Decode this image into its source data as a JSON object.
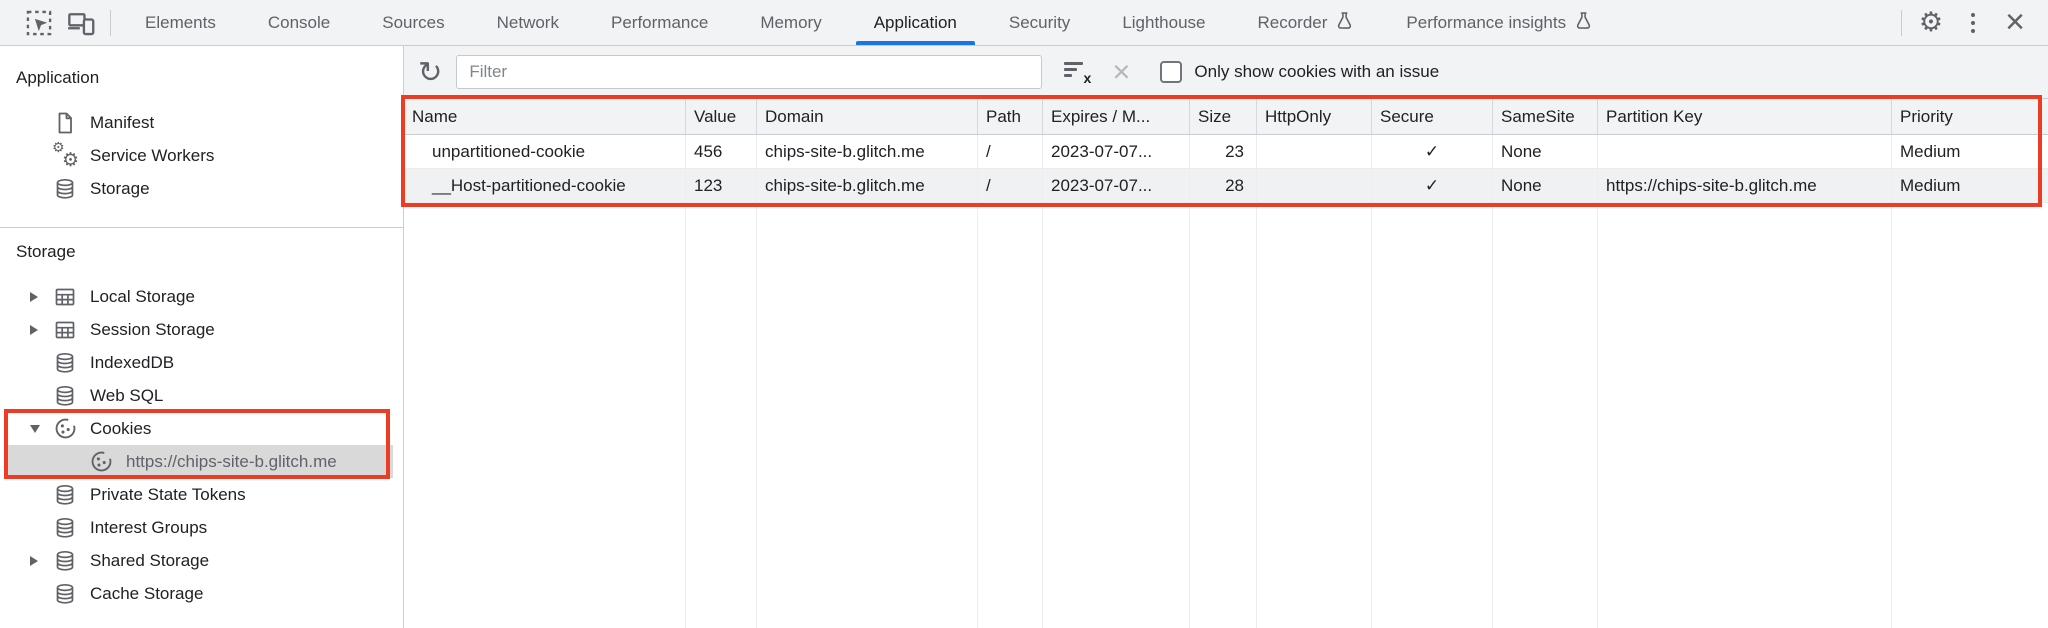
{
  "tabbar": {
    "tabs": [
      {
        "label": "Elements"
      },
      {
        "label": "Console"
      },
      {
        "label": "Sources"
      },
      {
        "label": "Network"
      },
      {
        "label": "Performance"
      },
      {
        "label": "Memory"
      },
      {
        "label": "Application",
        "active": true
      },
      {
        "label": "Security"
      },
      {
        "label": "Lighthouse"
      },
      {
        "label": "Recorder",
        "icon": "flask-icon"
      },
      {
        "label": "Performance insights",
        "icon": "flask-icon"
      }
    ]
  },
  "sidebar": {
    "sections": [
      {
        "title": "Application",
        "items": [
          {
            "label": "Manifest",
            "icon": "document-icon"
          },
          {
            "label": "Service Workers",
            "icon": "gears-icon"
          },
          {
            "label": "Storage",
            "icon": "database-icon"
          }
        ]
      },
      {
        "title": "Storage",
        "items": [
          {
            "label": "Local Storage",
            "icon": "table-icon",
            "expander": "collapsed"
          },
          {
            "label": "Session Storage",
            "icon": "table-icon",
            "expander": "collapsed"
          },
          {
            "label": "IndexedDB",
            "icon": "database-icon"
          },
          {
            "label": "Web SQL",
            "icon": "database-icon"
          },
          {
            "label": "Cookies",
            "icon": "cookie-icon",
            "expander": "expanded",
            "annotated": true
          },
          {
            "label": "https://chips-site-b.glitch.me",
            "icon": "cookie-icon",
            "child": true,
            "selected": true,
            "annotated": true
          },
          {
            "label": "Private State Tokens",
            "icon": "database-icon"
          },
          {
            "label": "Interest Groups",
            "icon": "database-icon"
          },
          {
            "label": "Shared Storage",
            "icon": "database-icon",
            "expander": "collapsed"
          },
          {
            "label": "Cache Storage",
            "icon": "database-icon"
          }
        ]
      }
    ]
  },
  "toolbar": {
    "filter_placeholder": "Filter",
    "only_issue_label": "Only show cookies with an issue",
    "checkbox_checked": false
  },
  "table": {
    "columns": [
      "Name",
      "Value",
      "Domain",
      "Path",
      "Expires / M...",
      "Size",
      "HttpOnly",
      "Secure",
      "SameSite",
      "Partition Key",
      "Priority"
    ],
    "rows": [
      {
        "name": "unpartitioned-cookie",
        "value": "456",
        "domain": "chips-site-b.glitch.me",
        "path": "/",
        "expires": "2023-07-07...",
        "size": "23",
        "http_only": "",
        "secure": "✓",
        "same_site": "None",
        "partition_key": "",
        "priority": "Medium"
      },
      {
        "name": "__Host-partitioned-cookie",
        "value": "123",
        "domain": "chips-site-b.glitch.me",
        "path": "/",
        "expires": "2023-07-07...",
        "size": "28",
        "http_only": "",
        "secure": "✓",
        "same_site": "None",
        "partition_key": "https://chips-site-b.glitch.me",
        "priority": "Medium"
      }
    ]
  },
  "colors": {
    "accent_blue": "#1a73e8",
    "annotation_red": "#ee3b23",
    "selected_row_bg": "#d9d9d9",
    "toolbar_bg": "#f1f3f4"
  }
}
